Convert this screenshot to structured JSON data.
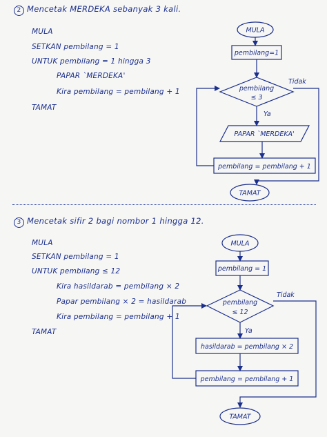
{
  "section1": {
    "number": "2",
    "title": "Mencetak MERDEKA sebanyak 3 kali.",
    "algorithm": [
      "MULA",
      "SETKAN pembilang = 1",
      "UNTUK pembilang = 1 hingga 3",
      "PAPAR `MERDEKA'",
      "Kira pembilang = pembilang + 1",
      "TAMAT"
    ],
    "flowchart": {
      "start": "MULA",
      "init": "pembilang=1",
      "decision_line1": "pembilang",
      "decision_line2": "≤ 3",
      "yes": "Ya",
      "no": "Tidak",
      "output": "PAPAR `MERDEKA'",
      "increment": "pembilang = pembilang + 1",
      "end": "TAMAT"
    }
  },
  "section2": {
    "number": "3",
    "title": "Mencetak sifir 2 bagi nombor 1 hingga 12.",
    "algorithm": [
      "MULA",
      "SETKAN pembilang = 1",
      "UNTUK pembilang ≤ 12",
      "Kira hasildarab = pembilang × 2",
      "Papar pembilang × 2 = hasildarab",
      "Kira pembilang = pembilang + 1",
      "TAMAT"
    ],
    "flowchart": {
      "start": "MULA",
      "init": "pembilang = 1",
      "decision_line1": "pembilang",
      "decision_line2": "≤ 12",
      "yes": "Ya",
      "no": "Tidak",
      "process": "hasildarab = pembilang × 2",
      "increment": "pembilang = pembilang + 1",
      "end": "TAMAT"
    }
  }
}
